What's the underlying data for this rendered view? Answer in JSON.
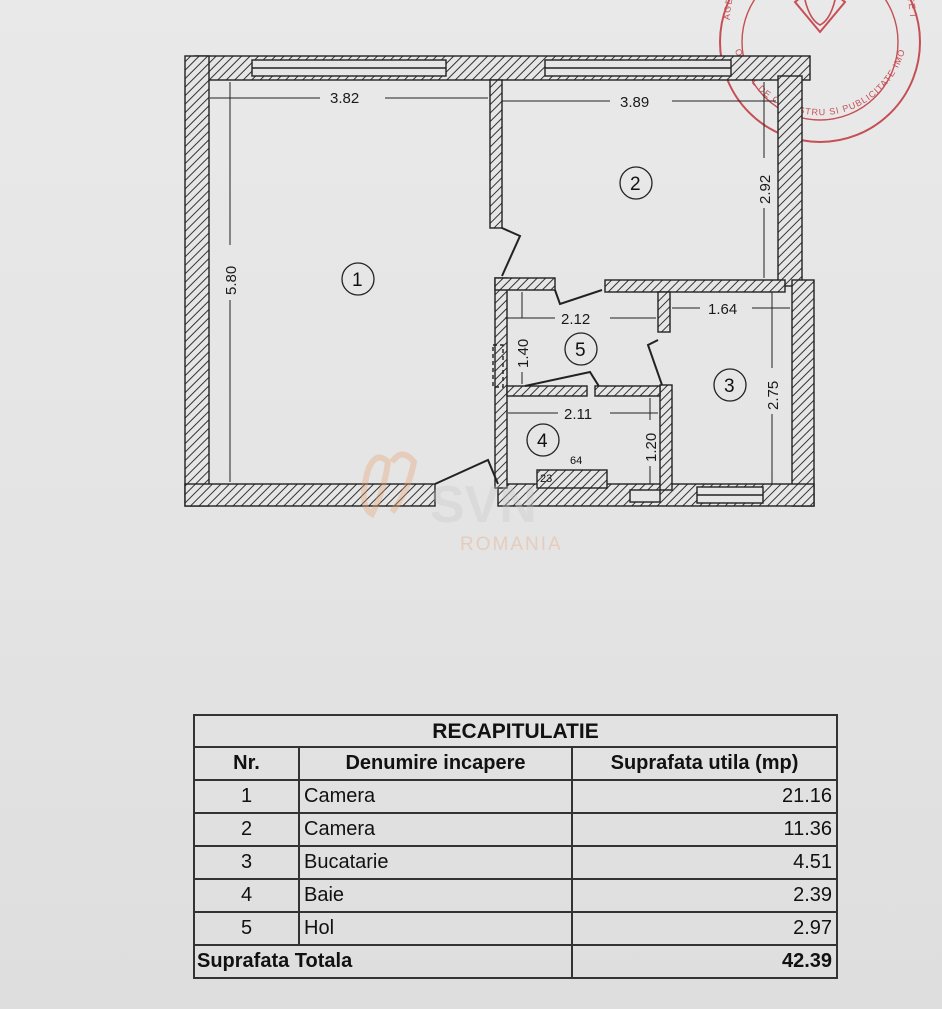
{
  "plan": {
    "dimensions": {
      "room1_width": "3.82",
      "room2_width": "3.89",
      "room1_height": "5.80",
      "room2_height": "2.92",
      "hol_width": "2.12",
      "hol_height": "1.40",
      "bucatarie_width": "1.64",
      "bucatarie_height": "2.75",
      "baie_width": "2.11",
      "baie_height": "1.20",
      "small_23": "23",
      "small_64": "64"
    },
    "rooms": [
      "1",
      "2",
      "3",
      "4",
      "5"
    ]
  },
  "watermark": {
    "brand": "SVN",
    "country": "ROMANIA"
  },
  "recap": {
    "title": "RECAPITULATIE",
    "headers": [
      "Nr.",
      "Denumire incapere",
      "Suprafata utila (mp)"
    ],
    "rows": [
      {
        "nr": "1",
        "name": "Camera",
        "area": "21.16"
      },
      {
        "nr": "2",
        "name": "Camera",
        "area": "11.36"
      },
      {
        "nr": "3",
        "name": "Bucatarie",
        "area": "4.51"
      },
      {
        "nr": "4",
        "name": "Baie",
        "area": "2.39"
      },
      {
        "nr": "5",
        "name": "Hol",
        "area": "2.97"
      }
    ],
    "total_label": "Suprafata Totala",
    "total_value": "42.39"
  },
  "stamp": {
    "text_top": "AGENTIA NATIONALA DE CADASTRU SI PUBLICITATE IMOBILIARA",
    "text_bottom": "OFICIUL DE CADASTRU SI PUBLICITATE IMOBILIARA"
  }
}
